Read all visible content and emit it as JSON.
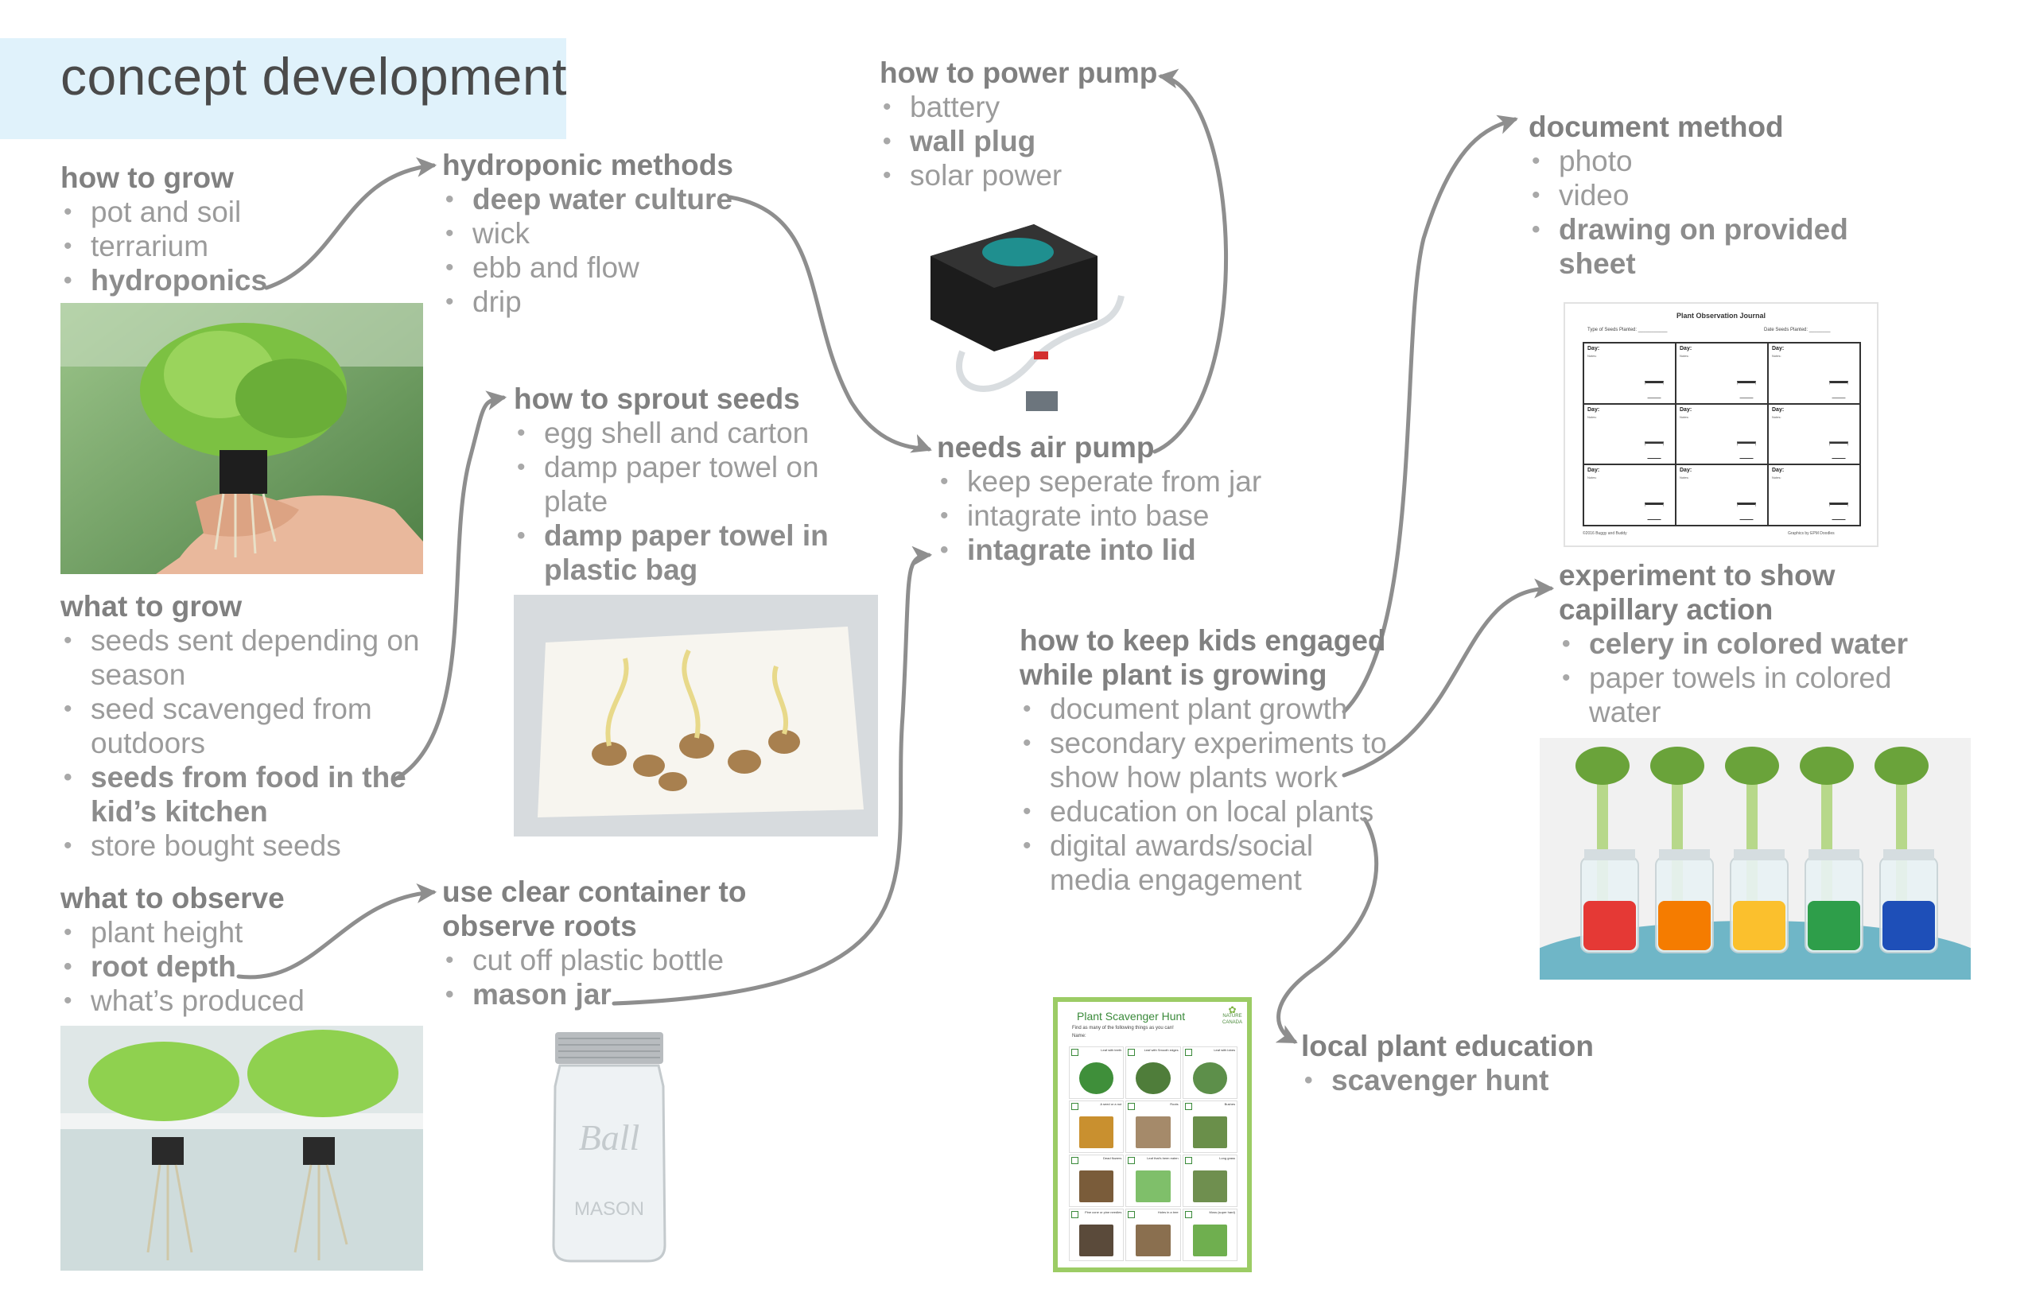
{
  "title": "concept development",
  "sections": {
    "how_to_grow": {
      "heading": "how to grow",
      "items": [
        {
          "lines": [
            "pot and soil"
          ],
          "em": false
        },
        {
          "lines": [
            "terrarium"
          ],
          "em": false
        },
        {
          "lines": [
            "hydroponics"
          ],
          "em": true
        }
      ]
    },
    "hydroponic_methods": {
      "heading": "hydroponic methods",
      "items": [
        {
          "lines": [
            "deep water culture"
          ],
          "em": true
        },
        {
          "lines": [
            "wick"
          ],
          "em": false
        },
        {
          "lines": [
            "ebb and flow"
          ],
          "em": false
        },
        {
          "lines": [
            "drip"
          ],
          "em": false
        }
      ]
    },
    "how_to_power_pump": {
      "heading": "how to power pump",
      "items": [
        {
          "lines": [
            "battery"
          ],
          "em": false
        },
        {
          "lines": [
            "wall plug"
          ],
          "em": true
        },
        {
          "lines": [
            "solar power"
          ],
          "em": false
        }
      ]
    },
    "document_method": {
      "heading": "document method",
      "items": [
        {
          "lines": [
            "photo"
          ],
          "em": false
        },
        {
          "lines": [
            "video"
          ],
          "em": false
        },
        {
          "lines": [
            "drawing on provided",
            "sheet"
          ],
          "em": true
        }
      ]
    },
    "how_to_sprout_seeds": {
      "heading": "how to sprout seeds",
      "items": [
        {
          "lines": [
            "egg shell and carton"
          ],
          "em": false
        },
        {
          "lines": [
            "damp paper towel on",
            "plate"
          ],
          "em": false
        },
        {
          "lines": [
            "damp paper towel in",
            "plastic bag"
          ],
          "em": true
        }
      ]
    },
    "needs_air_pump": {
      "heading": "needs air pump",
      "items": [
        {
          "lines": [
            "keep seperate from jar"
          ],
          "em": false
        },
        {
          "lines": [
            "intagrate into base"
          ],
          "em": false
        },
        {
          "lines": [
            "intagrate into lid"
          ],
          "em": true
        }
      ]
    },
    "experiment_capillary": {
      "heading_lines": [
        "experiment to show",
        "capillary action"
      ],
      "items": [
        {
          "lines": [
            "celery in colored water"
          ],
          "em": true
        },
        {
          "lines": [
            "paper towels in colored",
            "water"
          ],
          "em": false
        }
      ]
    },
    "what_to_grow": {
      "heading": "what to grow",
      "items": [
        {
          "lines": [
            "seeds sent depending on",
            "season"
          ],
          "em": false
        },
        {
          "lines": [
            "seed scavenged from",
            "outdoors"
          ],
          "em": false
        },
        {
          "lines": [
            "seeds from food in the",
            "kid’s kitchen"
          ],
          "em": true
        },
        {
          "lines": [
            "store bought seeds"
          ],
          "em": false
        }
      ]
    },
    "keep_kids_engaged": {
      "heading_lines": [
        "how to keep kids engaged",
        "while plant is growing"
      ],
      "items": [
        {
          "lines": [
            "document plant growth"
          ],
          "em": false
        },
        {
          "lines": [
            "secondary experiments to",
            "show how plants work"
          ],
          "em": false
        },
        {
          "lines": [
            "education on local plants"
          ],
          "em": false
        },
        {
          "lines": [
            "digital awards/social",
            "media engagement"
          ],
          "em": false
        }
      ]
    },
    "what_to_observe": {
      "heading": "what to observe",
      "items": [
        {
          "lines": [
            "plant height"
          ],
          "em": false
        },
        {
          "lines": [
            "root depth"
          ],
          "em": true
        },
        {
          "lines": [
            "what’s produced"
          ],
          "em": false
        }
      ]
    },
    "clear_container": {
      "heading_lines": [
        "use clear container to",
        "observe roots"
      ],
      "items": [
        {
          "lines": [
            "cut off plastic bottle"
          ],
          "em": false
        },
        {
          "lines": [
            "mason jar"
          ],
          "em": true
        }
      ]
    },
    "local_plant_education": {
      "heading": "local plant education",
      "items": [
        {
          "lines": [
            "scavenger hunt"
          ],
          "em": true
        }
      ]
    }
  },
  "images": {
    "journal": {
      "title": "Plant Observation Journal",
      "field_left": "Type of Seeds Planted: ___________",
      "field_right": "Date Seeds Planted: ________",
      "cell_day": "Day:",
      "cell_sub": "Notes:",
      "footer_left": "©2016 Buggy and Buddy",
      "footer_right": "Graphics by EPM Doodles"
    },
    "scavenger": {
      "title": "Plant Scavenger Hunt",
      "subtitle": "Find as many of the following things as you can!",
      "name_label": "Name:",
      "logo_top": "NATURE",
      "logo_bottom": "CANADA",
      "cells": [
        "Leaf with teeth",
        "Leaf with Smooth edges",
        "Leaf with lobes",
        "A seed or a nut",
        "Roots",
        "Bushes",
        "Dead flowers",
        "Leaf that's been eaten",
        "Long grass",
        "Pine cone or pine needles",
        "Holes in a tree",
        "Moss (super hard)"
      ]
    },
    "jar": {
      "brand": "Ball",
      "label": "MASON"
    }
  },
  "colors": {
    "title_bg": "#e0f2fb",
    "heading": "#808080",
    "text": "#9b9b9b",
    "arrow": "#8e8e8e",
    "scavenger_border": "#9ccc65",
    "celery_water": [
      "#e53935",
      "#f57c00",
      "#fbc02d",
      "#2e9e4a",
      "#1e4fb8"
    ]
  }
}
